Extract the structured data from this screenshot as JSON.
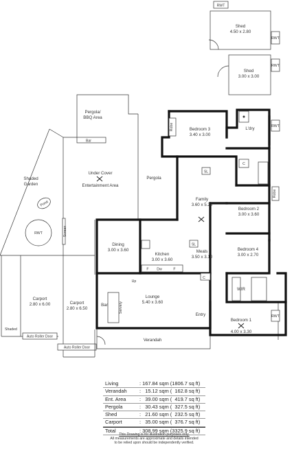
{
  "rooms": {
    "shed1": {
      "name": "Shed",
      "size": "4.50 x 2.80"
    },
    "shed2": {
      "name": "Shed",
      "size": "3.00 x 3.00"
    },
    "pergola_bbq": {
      "name_line1": "Pergola/",
      "name_line2": "BBQ Area"
    },
    "bedroom3": {
      "name": "Bedroom 3",
      "size": "3.40 x 3.00"
    },
    "ldry": {
      "name": "L'dry"
    },
    "undercover": {
      "name_line1": "Under Cover",
      "name_line2": "Entertainment Area"
    },
    "pergola": {
      "name": "Pergola"
    },
    "shaded_garden": {
      "name_line1": "Shaded",
      "name_line2": "Garden"
    },
    "family": {
      "name": "Family",
      "size": "3.60 x 5.20"
    },
    "bedroom2": {
      "name": "Bedroom 2",
      "size": "3.00 x 3.60"
    },
    "dining": {
      "name": "Dining",
      "size": "3.00 x 3.60"
    },
    "kitchen": {
      "name": "Kitchen",
      "size": "3.00 x 3.60"
    },
    "meals": {
      "name": "Meals",
      "size": "3.50 x 3.10"
    },
    "bedroom4": {
      "name": "Bedroom 4",
      "size": "3.00 x 2.70"
    },
    "lounge": {
      "name": "Lounge",
      "size": "5.40 x 3.60"
    },
    "carport1": {
      "name": "Carport",
      "size": "2.80 x 6.00"
    },
    "carport2": {
      "name": "Carport",
      "size": "2.80 x 6.50"
    },
    "bedroom1": {
      "name": "Bedroom 1",
      "size": "4.00 x 3.30"
    },
    "verandah": {
      "name": "Verandah"
    },
    "entry": {
      "name": "Entry"
    },
    "wir": {
      "name": "WIR"
    },
    "bar": {
      "name": "Bar"
    },
    "servery": {
      "name": "Servery"
    }
  },
  "fixtures": {
    "rwt": "RWT",
    "bar_short": "Bar",
    "robe": "Robe",
    "pond": "Pond",
    "screen": "Screen",
    "sl": "SL",
    "c": "C",
    "f": "F",
    "dw": "Dw",
    "up": "Up",
    "shaded": "Shaded",
    "auto_roller_door": "Auto Roller Door"
  },
  "areas": [
    {
      "name": "Living",
      "value": ": 167.84 sqm (1806.7 sq ft)"
    },
    {
      "name": "Verandah",
      "value": ":   15.12 sqm (  162.8 sq ft)"
    },
    {
      "name": "Ent. Area",
      "value": ":   39.00 sqm (  419.7 sq ft)"
    },
    {
      "name": "Pergola",
      "value": ":   30.43 sqm (  327.5 sq ft)"
    },
    {
      "name": "Shed",
      "value": ":   21.60 sqm (  232.5 sq ft)"
    },
    {
      "name": "Carport",
      "value": ":   35.00 sqm (  376.7 sq ft)"
    }
  ],
  "total": {
    "name": "Total",
    "value": ": 308.99 sqm (3325.9 sq ft)"
  },
  "disclaimer": {
    "line1": "This Drawing is for illustration purposes only.",
    "line2": "All measurements are approximate and details intended",
    "line3": "to be relied upon should be independently verified."
  }
}
